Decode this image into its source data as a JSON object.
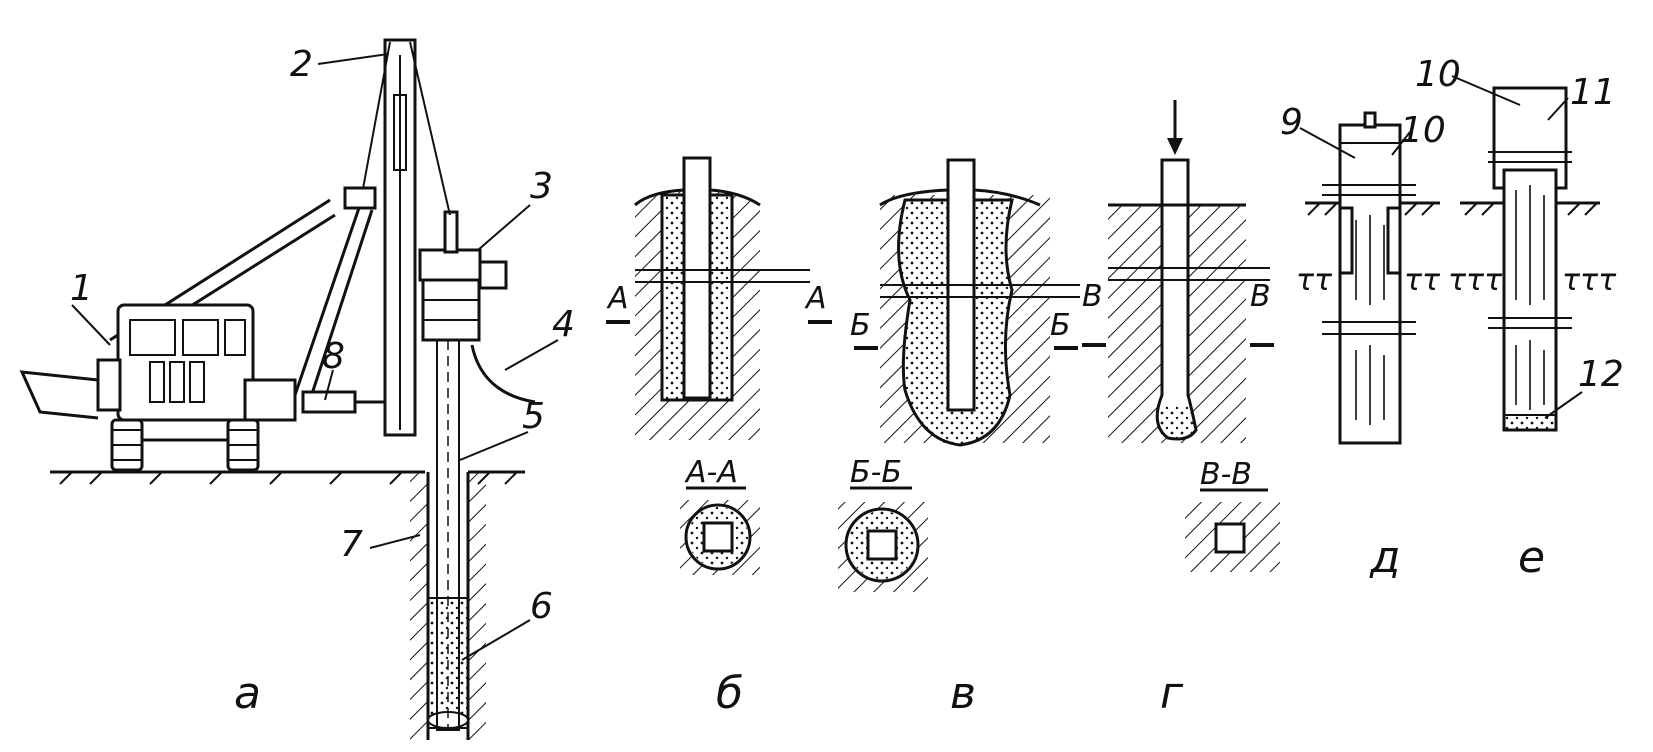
{
  "callouts": {
    "c1": "1",
    "c2": "2",
    "c3": "3",
    "c4": "4",
    "c5": "5",
    "c6": "6",
    "c7": "7",
    "c8": "8",
    "c9": "9",
    "c10a": "10",
    "c10b": "10",
    "c11": "11",
    "c12": "12"
  },
  "captions": {
    "a": "а",
    "b": "б",
    "v": "в",
    "g": "г",
    "d": "д",
    "e": "е"
  },
  "section_letters": {
    "A_left": "A",
    "A_right": "A",
    "B_left": "Б",
    "B_right": "Б",
    "V_left": "В",
    "V_right": "В"
  },
  "section_titles": {
    "AA": "A-A",
    "BB": "Б-Б",
    "VV": "В-В"
  },
  "groundwater_marks": {
    "d_left": "ττ",
    "d_right": "ττ",
    "e_left": "τττ",
    "e_right": "τττ"
  }
}
